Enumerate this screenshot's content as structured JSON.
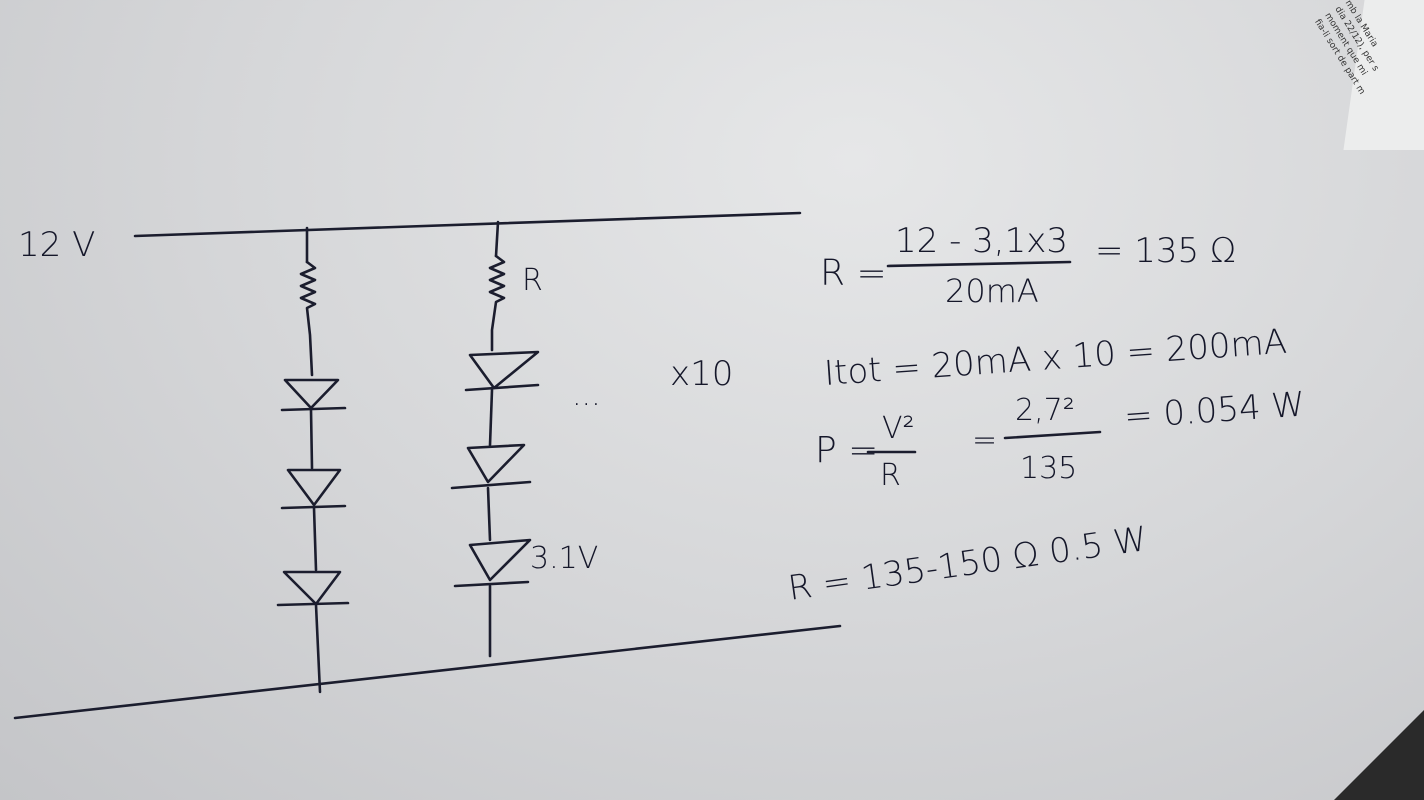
{
  "labels": {
    "supply": "12 V",
    "resistor": "R",
    "multiplier": "x10",
    "ellipsis": "...",
    "led_voltage": "3.1V"
  },
  "equations": {
    "r_lhs": "R =",
    "r_num": "12 - 3,1x3",
    "r_den": "20mA",
    "r_result": "= 135 Ω",
    "itot": "Itot = 20mA x 10 = 200mA",
    "p_lhs": "P =",
    "p_num": "V²",
    "p_den": "R",
    "p_eq": "=",
    "p_num2": "2,7²",
    "p_den2": "135",
    "p_result": "= 0.054 W",
    "r_final": "R = 135-150 Ω  0.5 W"
  },
  "background_text": [
    "mb la Maria",
    "dia 22/12), per s",
    "moment que mi",
    "fia-li sort de part m"
  ]
}
